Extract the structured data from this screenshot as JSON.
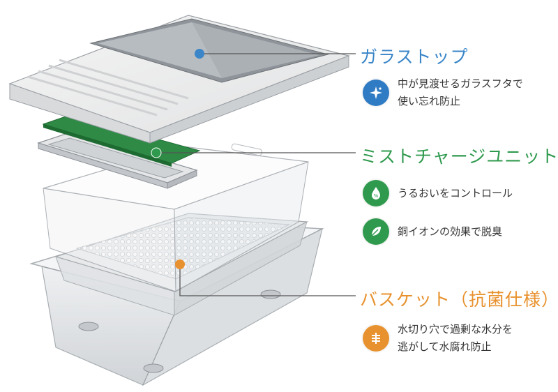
{
  "colors": {
    "glass": "#3a86c8",
    "mist": "#2f9a4e",
    "basket": "#e8922f",
    "line": "#555555"
  },
  "sections": {
    "glass": {
      "title": "ガラストップ",
      "features": [
        {
          "icon": "sparkle-icon",
          "lines": [
            "中が見渡せるガラスフタで",
            "使い忘れ防止"
          ]
        }
      ]
    },
    "mist": {
      "title": "ミストチャージユニット",
      "features": [
        {
          "icon": "humidity-droplet-icon",
          "lines": [
            "うるおいをコントロール"
          ]
        },
        {
          "icon": "deodorize-leaf-icon",
          "lines": [
            "銅イオンの効果で脱臭"
          ]
        }
      ]
    },
    "basket": {
      "title": "バスケット（抗菌仕様）",
      "features": [
        {
          "icon": "drain-icon",
          "lines": [
            "水切り穴で過剰な水分を",
            "逃がして水腐れ防止"
          ]
        }
      ]
    }
  }
}
